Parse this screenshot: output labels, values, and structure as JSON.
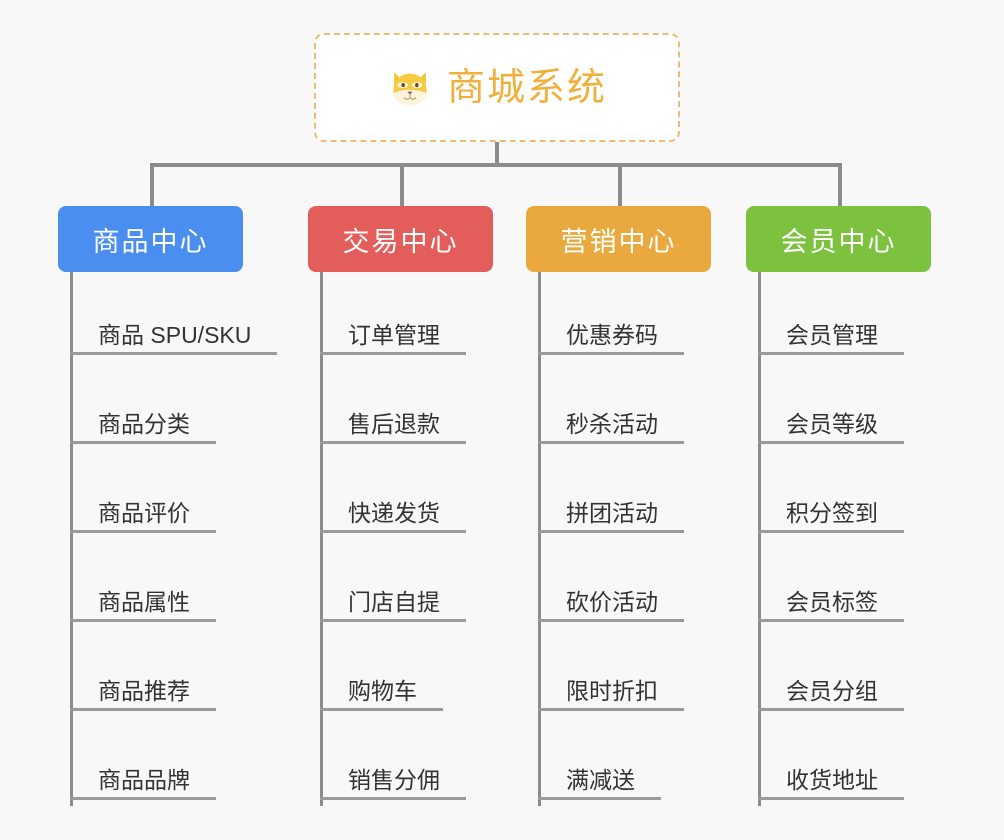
{
  "background_color": "#f8f8f8",
  "root": {
    "title": "商城系统",
    "icon": "shiba-dog-face-icon",
    "text_color": "#f0b03c",
    "border_color": "#e9bd73",
    "fill_color": "#ffffff"
  },
  "connector_color": "#8c8c8c",
  "branches": [
    {
      "label": "商品中心",
      "color": "#4a8ef0",
      "items": [
        "商品 SPU/SKU",
        "商品分类",
        "商品评价",
        "商品属性",
        "商品推荐",
        "商品品牌"
      ]
    },
    {
      "label": "交易中心",
      "color": "#e35d5b",
      "items": [
        "订单管理",
        "售后退款",
        "快递发货",
        "门店自提",
        "购物车",
        "销售分佣"
      ]
    },
    {
      "label": "营销中心",
      "color": "#eaa93e",
      "items": [
        "优惠券码",
        "秒杀活动",
        "拼团活动",
        "砍价活动",
        "限时折扣",
        "满减送"
      ]
    },
    {
      "label": "会员中心",
      "color": "#7cc23f",
      "items": [
        "会员管理",
        "会员等级",
        "积分签到",
        "会员标签",
        "会员分组",
        "收货地址"
      ]
    }
  ]
}
